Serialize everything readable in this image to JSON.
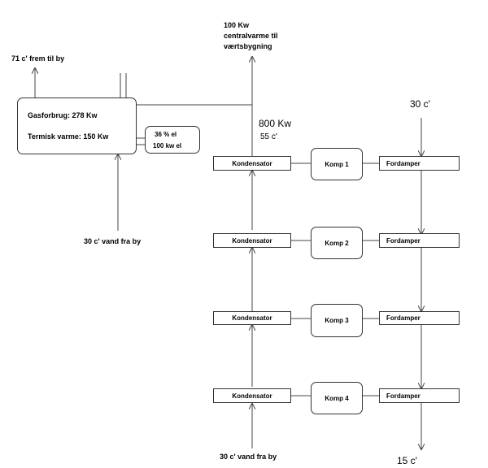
{
  "top_output": {
    "line1": "100 Kw",
    "line2": "centralvarme til",
    "line3": "værtsbygning"
  },
  "gas_unit": {
    "output_label": "71 c' frem til by",
    "gas_consumption": "Gasforbrug: 278 Kw",
    "thermal_heat": "Termisk varme: 150 Kw",
    "input_label": "30 c' vand fra by"
  },
  "electric_box": {
    "efficiency": "36 %  el",
    "power": "100 kw el"
  },
  "heat_pump": {
    "power": "800 Kw",
    "temp": "55 c'",
    "evap_in": "30 c'",
    "evap_out": "15 c'",
    "water_in": "30 c' vand fra by",
    "stages": [
      {
        "condenser": "Kondensator",
        "compressor": "Komp 1",
        "evaporator": "Fordamper"
      },
      {
        "condenser": "Kondensator",
        "compressor": "Komp 2",
        "evaporator": "Fordamper"
      },
      {
        "condenser": "Kondensator",
        "compressor": "Komp 3",
        "evaporator": "Fordamper"
      },
      {
        "condenser": "Kondensator",
        "compressor": "Komp 4",
        "evaporator": "Fordamper"
      }
    ]
  }
}
